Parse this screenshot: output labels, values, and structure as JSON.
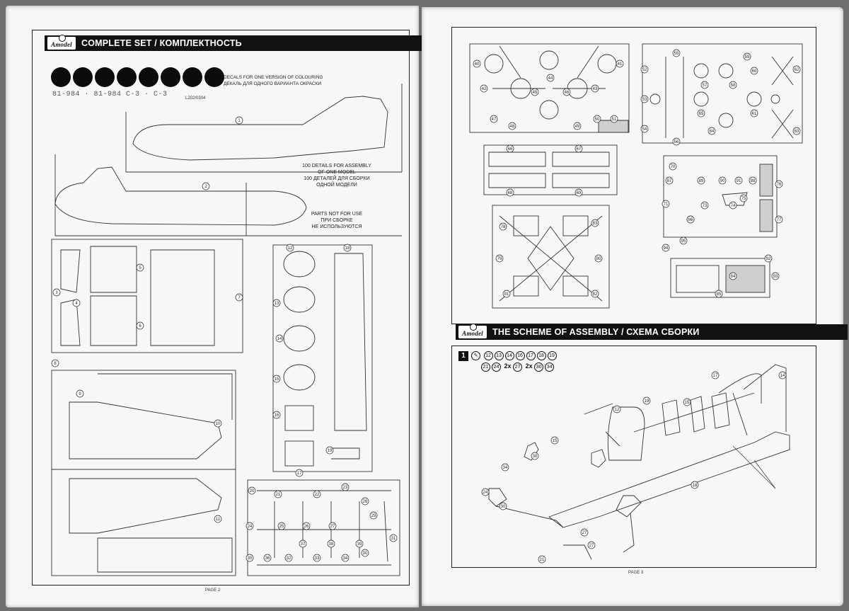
{
  "left_page": {
    "header": "COMPLETE SET / КОМПЛЕКТНОСТЬ",
    "logo": "Amodel",
    "decals": {
      "line1": "DECALS FOR ONE VERSION OF COLOURING",
      "line2": "ДЕКАЛЬ ДЛЯ ОДНОГО ВАРИАНТА ОКРАСКИ",
      "codes": "81-984 · 81-984  С-3 · С-3",
      "sheet_no": "L202/0304"
    },
    "details": {
      "line1": "100 DETAILS FOR ASSEMBLY",
      "line2": "OF ONE MODEL",
      "line3": "100 ДЕТАЛЕЙ ДЛЯ СБОРКИ",
      "line4": "ОДНОЙ МОДЕЛИ"
    },
    "not_used": {
      "line1": "PARTS NOT FOR USE",
      "line2": "ПРИ СБОРКЕ",
      "line3": "НЕ ИСПОЛЬЗУЮТСЯ"
    },
    "page_label": "PAGE 2",
    "part_numbers": [
      "1",
      "2",
      "3",
      "4",
      "5",
      "6",
      "7",
      "8",
      "9",
      "10",
      "11",
      "12",
      "13",
      "14",
      "15",
      "16",
      "17",
      "18",
      "19",
      "20",
      "21",
      "22",
      "23",
      "24",
      "25",
      "26",
      "27",
      "28",
      "29",
      "30",
      "31",
      "32",
      "33",
      "34",
      "35",
      "36",
      "37",
      "38",
      "39"
    ]
  },
  "right_page": {
    "header": "THE SCHEME OF ASSEMBLY / СХЕМА СБОРКИ",
    "logo": "Amodel",
    "step": {
      "number": "1",
      "parts_row1": [
        "12",
        "13",
        "14",
        "16",
        "17",
        "18",
        "19"
      ],
      "parts_row2_a": [
        "21",
        "24"
      ],
      "multiplier_a": "2x",
      "part_b": "27",
      "multiplier_b": "2x",
      "parts_row2_c": [
        "30",
        "34"
      ],
      "callouts": [
        "17",
        "14",
        "12",
        "19",
        "15",
        "15",
        "30",
        "34",
        "24",
        "30",
        "18",
        "27",
        "27",
        "21"
      ]
    },
    "sprue_numbers": [
      "40",
      "41",
      "42",
      "43",
      "44",
      "45",
      "46",
      "47",
      "48",
      "49",
      "50",
      "51",
      "52",
      "53",
      "54",
      "55",
      "56",
      "57",
      "58",
      "59",
      "60",
      "61",
      "62",
      "63",
      "64",
      "65",
      "66",
      "67",
      "68",
      "69",
      "70",
      "71",
      "72",
      "73",
      "74",
      "75",
      "76",
      "77",
      "78",
      "79",
      "80",
      "81",
      "82",
      "83",
      "84",
      "85",
      "86",
      "87",
      "88",
      "89",
      "90",
      "91",
      "92",
      "93",
      "94",
      "95"
    ],
    "page_label": "PAGE 3"
  }
}
